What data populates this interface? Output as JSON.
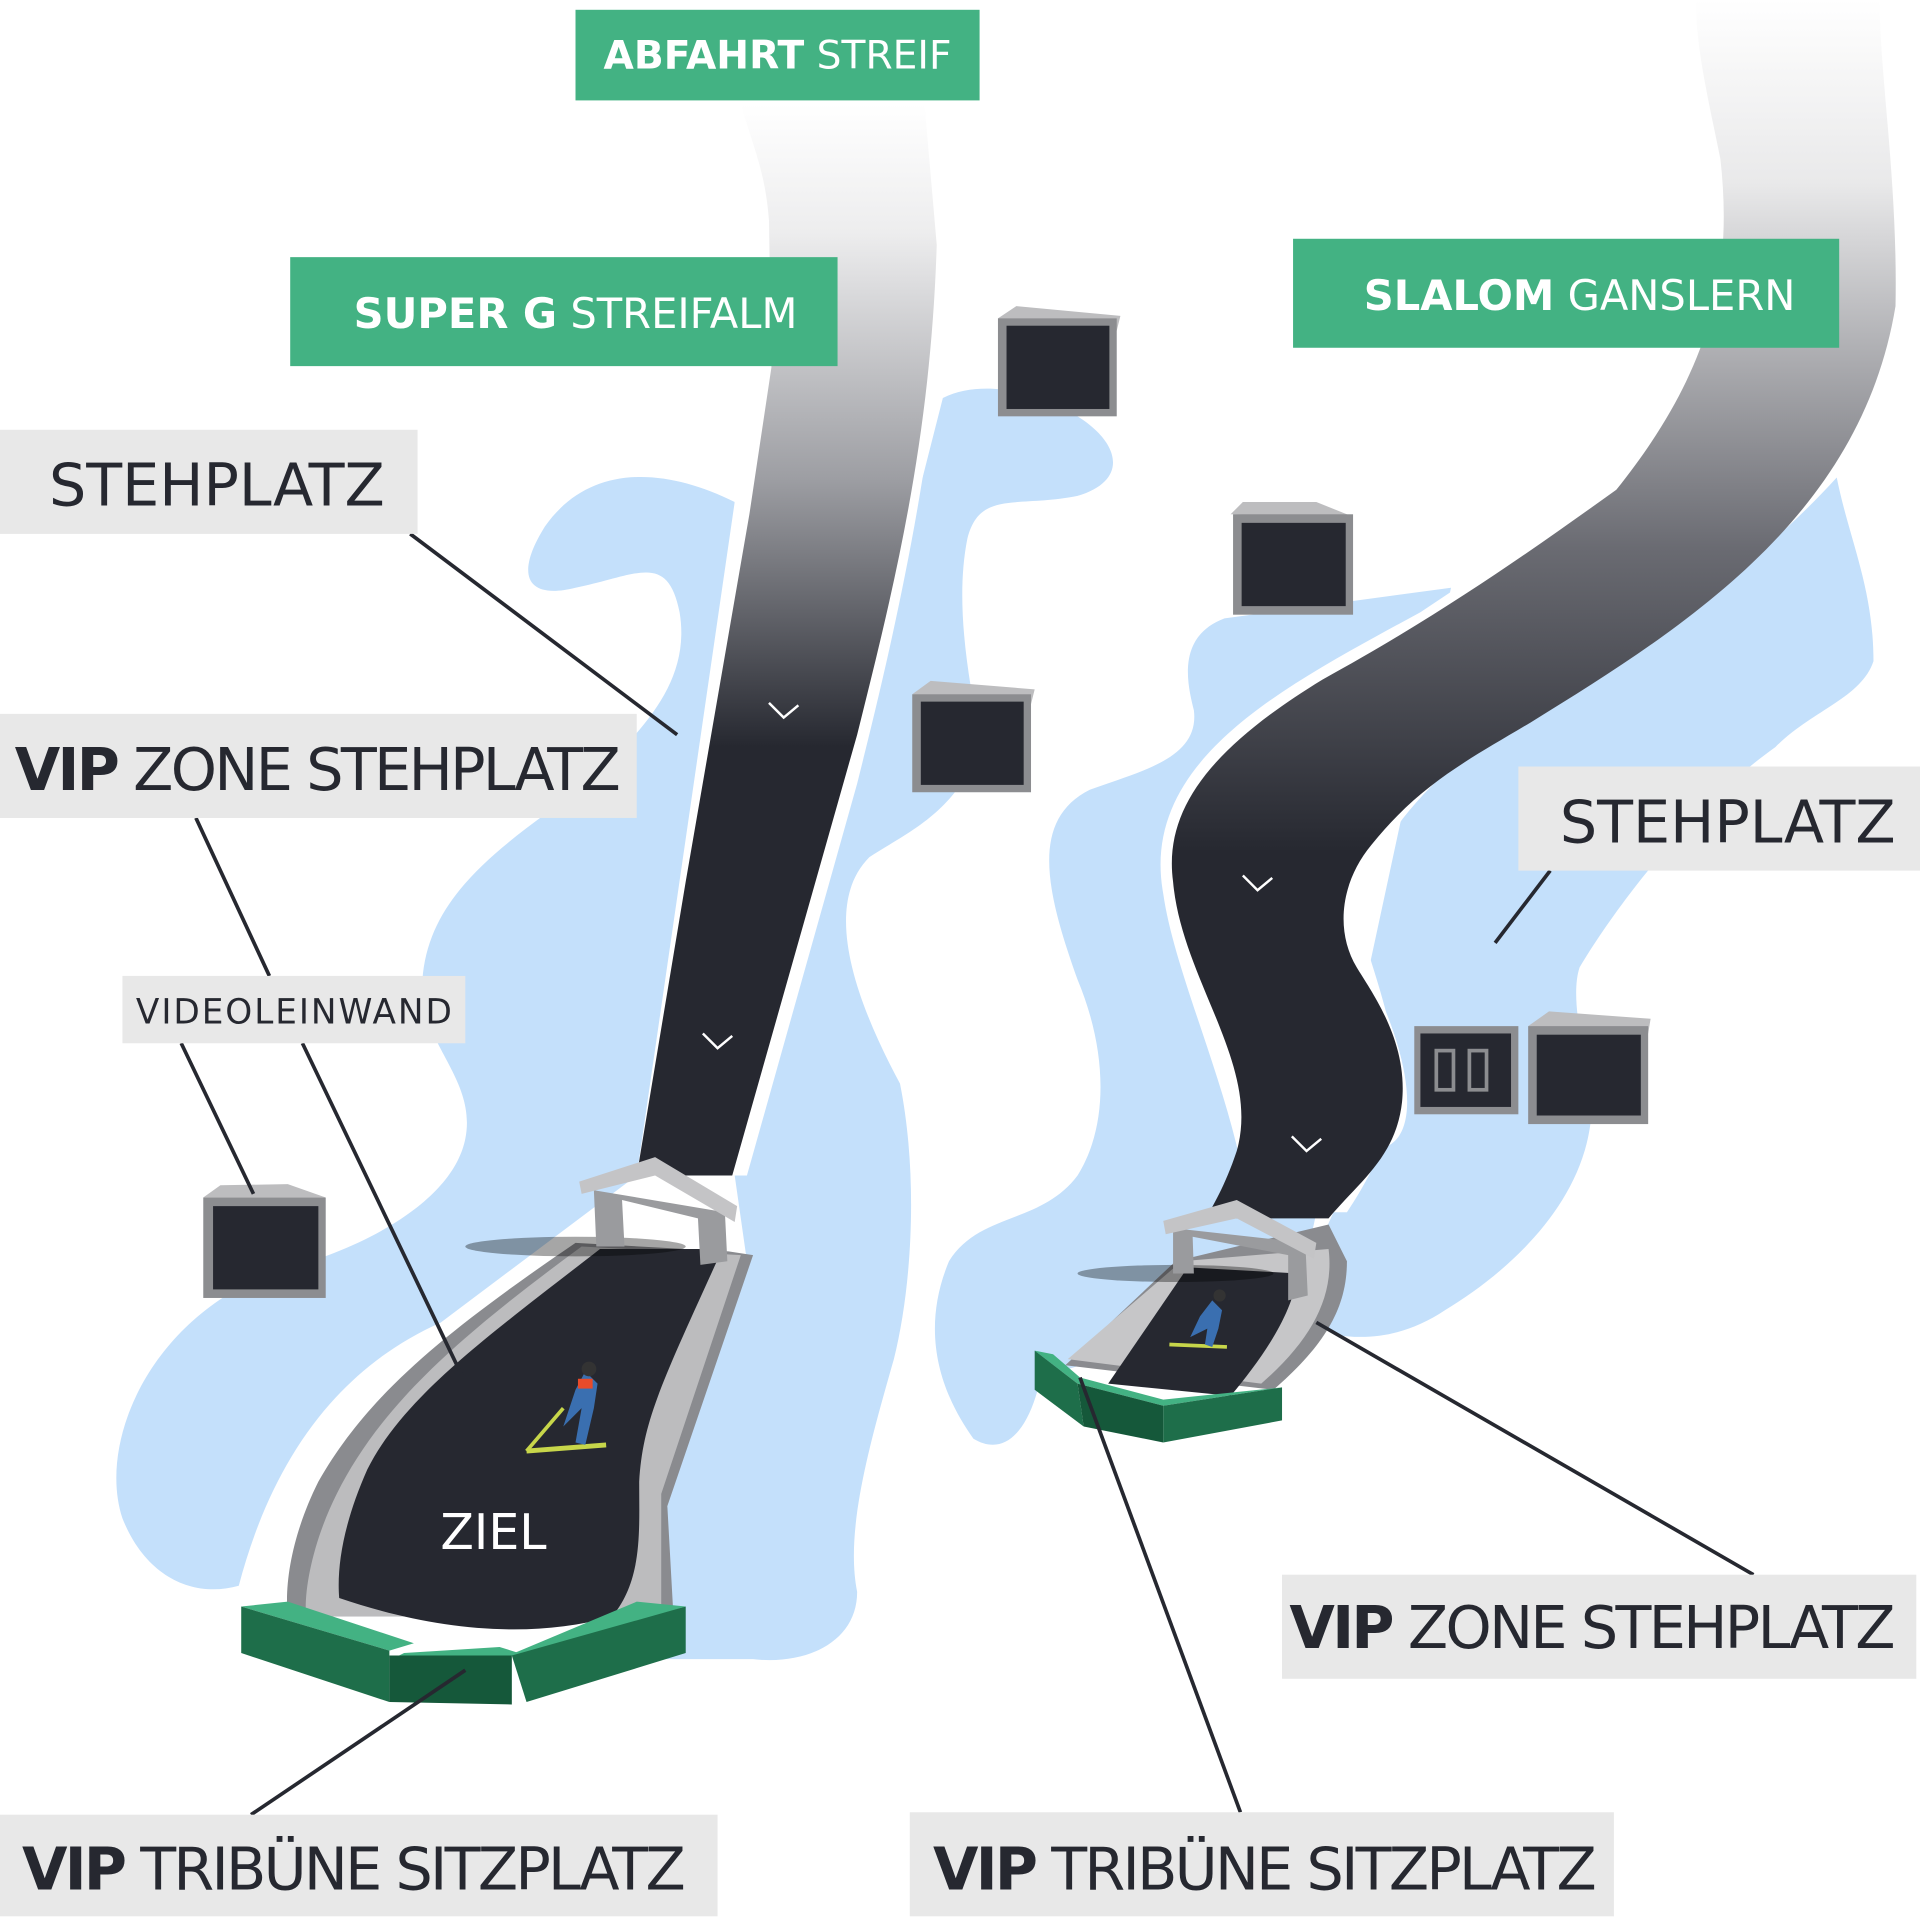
{
  "title": "Ski venue map",
  "colors": {
    "accent_green": "#43b283",
    "label_gray": "#e8e8e8",
    "track_dark": "#262830",
    "spectator_area_blue": "#c4e0fb",
    "tribune_green": "#1e6e4a"
  },
  "courses": {
    "abfahrt": {
      "bold": "ABFAHRT",
      "name": "STREIF"
    },
    "super_g": {
      "bold": "SUPER G",
      "name": "STREIFALM"
    },
    "slalom": {
      "bold": "SLALOM",
      "name": "GANSLERN"
    }
  },
  "left": {
    "stehplatz": "STEHPLATZ",
    "vip_zone": {
      "bold": "VIP",
      "rest": "ZONE STEHPLATZ"
    },
    "videoleinwand": "VIDEOLEINWAND",
    "ziel": "ZIEL",
    "vip_tribune": {
      "bold": "VIP",
      "rest": "TRIBÜNE SITZPLATZ"
    }
  },
  "right": {
    "stehplatz": "STEHPLATZ",
    "vip_zone": {
      "bold": "VIP",
      "rest": "ZONE STEHPLATZ"
    },
    "vip_tribune": {
      "bold": "VIP",
      "rest": "TRIBÜNE SITZPLATZ"
    }
  }
}
